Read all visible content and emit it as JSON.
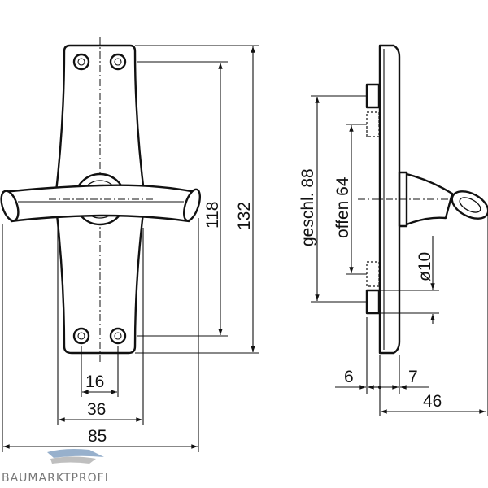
{
  "dimensions": {
    "pitch_16": "16",
    "width_36": "36",
    "width_85": "85",
    "height_118": "118",
    "height_132": "132",
    "closed_88": "geschl. 88",
    "open_64": "offen 64",
    "diameter_10": "ø10",
    "thickness_6": "6",
    "offset_7": "7",
    "projection_46": "46"
  },
  "brand": {
    "logo_text": "BAUMARKTPROFI"
  }
}
